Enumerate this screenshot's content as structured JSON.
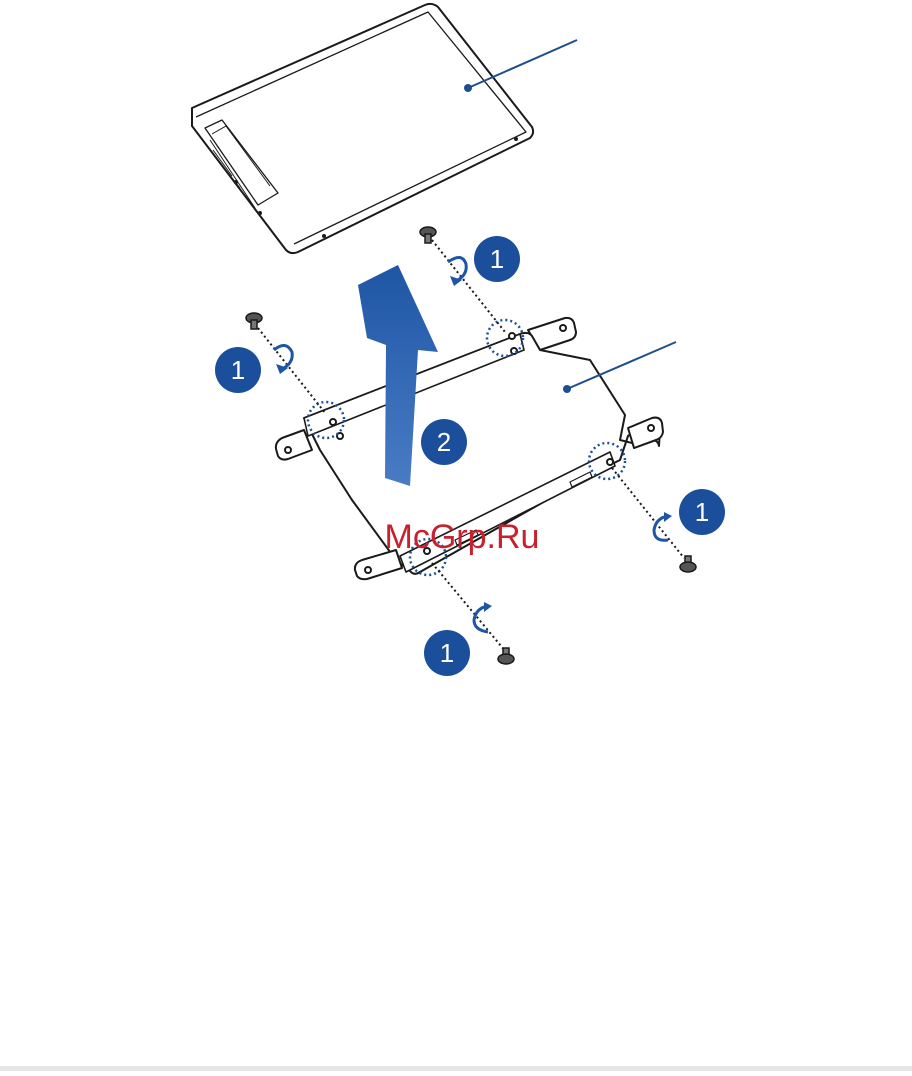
{
  "watermark": "McGrp.Ru",
  "steps": {
    "remove_screws": "1",
    "lift_drive": "2"
  },
  "colors": {
    "accent": "#1b4f9c",
    "callout": "#1e4e8c",
    "watermark": "#c8202e",
    "outline": "#1a1a1a",
    "arrow_fill": "#1e56a5"
  }
}
